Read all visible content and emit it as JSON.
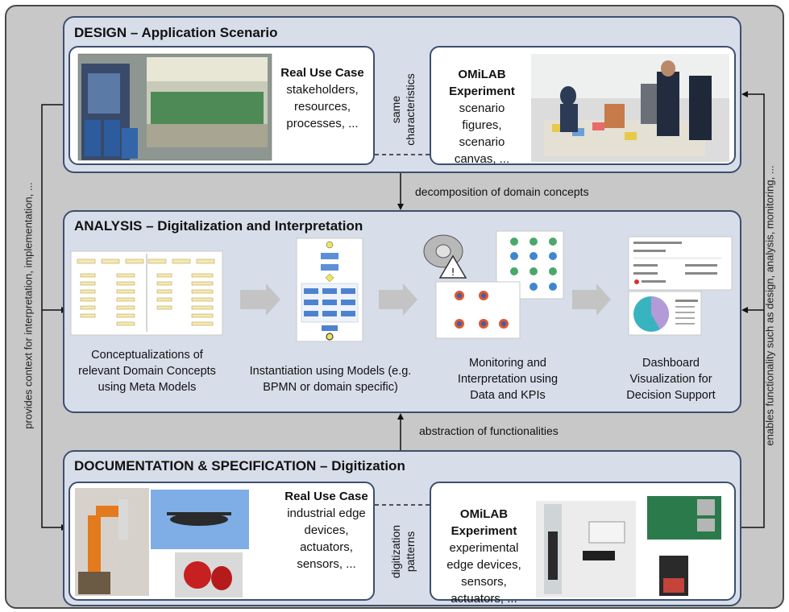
{
  "left_label": "provides context for interpretation, implementation, ...",
  "right_label": "enables functionality such as design, analysis, monitoring, ...",
  "design": {
    "title": "DESIGN – Application Scenario",
    "real_title": "Real Use Case",
    "real_text": "stakeholders, resources, processes, ...",
    "link_label_1": "same",
    "link_label_2": "characteristics",
    "omi_title": "OMiLAB Experiment",
    "omi_text": "scenario figures, scenario canvas, ..."
  },
  "conn_top": "decomposition of domain concepts",
  "analysis": {
    "title": "ANALYSIS – Digitalization and Interpretation",
    "cap1": "Conceptualizations of relevant Domain Concepts using Meta Models",
    "cap2": "Instantiation using Models (e.g. BPMN or domain specific)",
    "cap3": "Monitoring and Interpretation using Data and KPIs",
    "cap4": "Dashboard Visualization for Decision Support"
  },
  "conn_bottom": "abstraction of functionalities",
  "doc": {
    "title": "DOCUMENTATION & SPECIFICATION – Digitization",
    "real_title": "Real Use Case",
    "real_text": "industrial edge devices, actuators, sensors, ...",
    "link_label_1": "digitization",
    "link_label_2": "patterns",
    "omi_title": "OMiLAB Experiment",
    "omi_text": "experimental edge devices, sensors, actuators, ..."
  },
  "colors": {
    "section_fill": "#d7dee9",
    "border": "#3d4f6e",
    "outer": "#c8c8c8"
  }
}
